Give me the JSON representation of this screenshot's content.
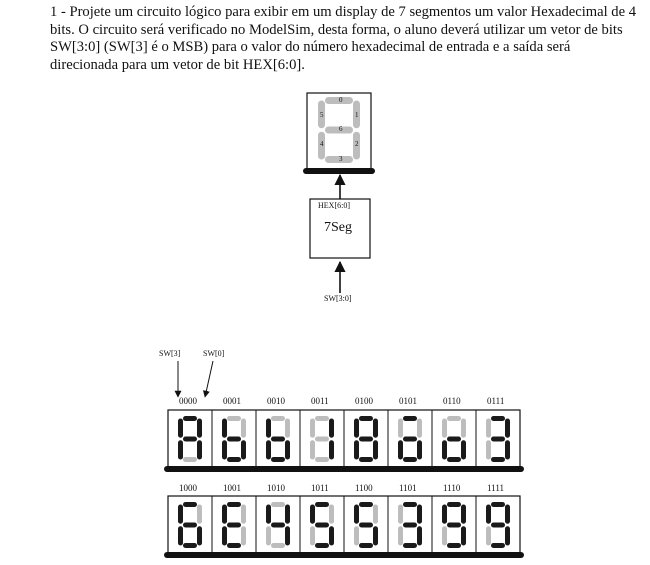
{
  "question": {
    "text": "1 - Projete um circuito lógico para exibir em um display de 7 segmentos um valor Hexadecimal de 4 bits. O circuito será verificado no ModelSim, desta forma, o aluno deverá utilizar um vetor de bits SW[3:0] (SW[3] é o MSB) para o valor do número hexadecimal de entrada e a saída será direcionada para um vetor de bit HEX[6:0]."
  },
  "diagram": {
    "segment_labels": [
      "0",
      "1",
      "2",
      "3",
      "4",
      "5",
      "6"
    ],
    "block_label": "7Seg",
    "output_label": "HEX[6:0]",
    "input_label": "SW[3:0]"
  },
  "truth_table": {
    "msb_label": "SW[3]",
    "lsb_label": "SW[0]",
    "row1": {
      "codes": [
        "0000",
        "0001",
        "0010",
        "0011",
        "0100",
        "0101",
        "0110",
        "0111"
      ],
      "digits": [
        [
          1,
          1,
          1,
          0,
          1,
          1,
          1
        ],
        [
          0,
          0,
          1,
          1,
          1,
          1,
          1
        ],
        [
          0,
          0,
          1,
          1,
          1,
          1,
          1
        ],
        [
          0,
          1,
          1,
          0,
          0,
          0,
          0
        ],
        [
          1,
          1,
          1,
          1,
          1,
          1,
          1
        ],
        [
          1,
          0,
          1,
          1,
          1,
          0,
          1
        ],
        [
          0,
          0,
          1,
          1,
          1,
          0,
          1
        ],
        [
          1,
          1,
          1,
          1,
          0,
          0,
          1
        ]
      ]
    },
    "row2": {
      "codes": [
        "1000",
        "1001",
        "1010",
        "1011",
        "1100",
        "1101",
        "1110",
        "1111"
      ],
      "digits": [
        [
          1,
          0,
          1,
          1,
          1,
          1,
          1
        ],
        [
          1,
          0,
          0,
          1,
          1,
          1,
          1
        ],
        [
          0,
          1,
          1,
          0,
          0,
          1,
          1
        ],
        [
          1,
          0,
          1,
          1,
          0,
          1,
          1
        ],
        [
          1,
          0,
          1,
          1,
          0,
          1,
          1
        ],
        [
          1,
          1,
          1,
          1,
          0,
          0,
          1
        ],
        [
          1,
          1,
          1,
          1,
          0,
          1,
          1
        ],
        [
          1,
          1,
          1,
          1,
          0,
          1,
          1
        ]
      ]
    }
  },
  "colors": {
    "segment_on": "#1a1a1a",
    "segment_off": "#bdbdbd",
    "ink": "#111111"
  }
}
